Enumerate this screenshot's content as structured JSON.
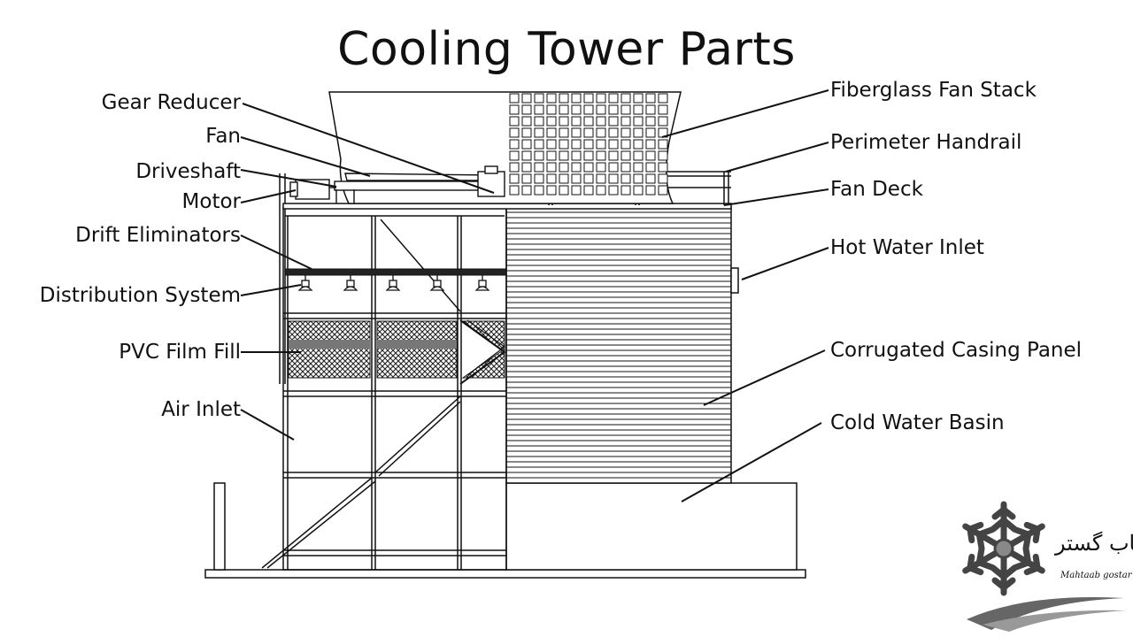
{
  "title": "Cooling Tower Parts",
  "labels": {
    "gear_reducer": "Gear Reducer",
    "fan": "Fan",
    "driveshaft": "Driveshaft",
    "motor": "Motor",
    "drift_eliminators": "Drift Eliminators",
    "distribution_system": "Distribution System",
    "pvc_film_fill": "PVC Film Fill",
    "air_inlet": "Air Inlet",
    "fiberglass_fan_stack": "Fiberglass Fan Stack",
    "perimeter_handrail": "Perimeter Handrail",
    "fan_deck": "Fan Deck",
    "hot_water_inlet": "Hot Water Inlet",
    "corrugated_casing_panel": "Corrugated Casing Panel",
    "cold_water_basin": "Cold Water Basin"
  },
  "logo": {
    "name_fa": "مهتاب گستر",
    "name_en": "Mahtaab gostar",
    "icon": "snowflake-icon"
  },
  "colors": {
    "line": "#111111",
    "background": "#ffffff",
    "logo_gray": "#555555"
  }
}
